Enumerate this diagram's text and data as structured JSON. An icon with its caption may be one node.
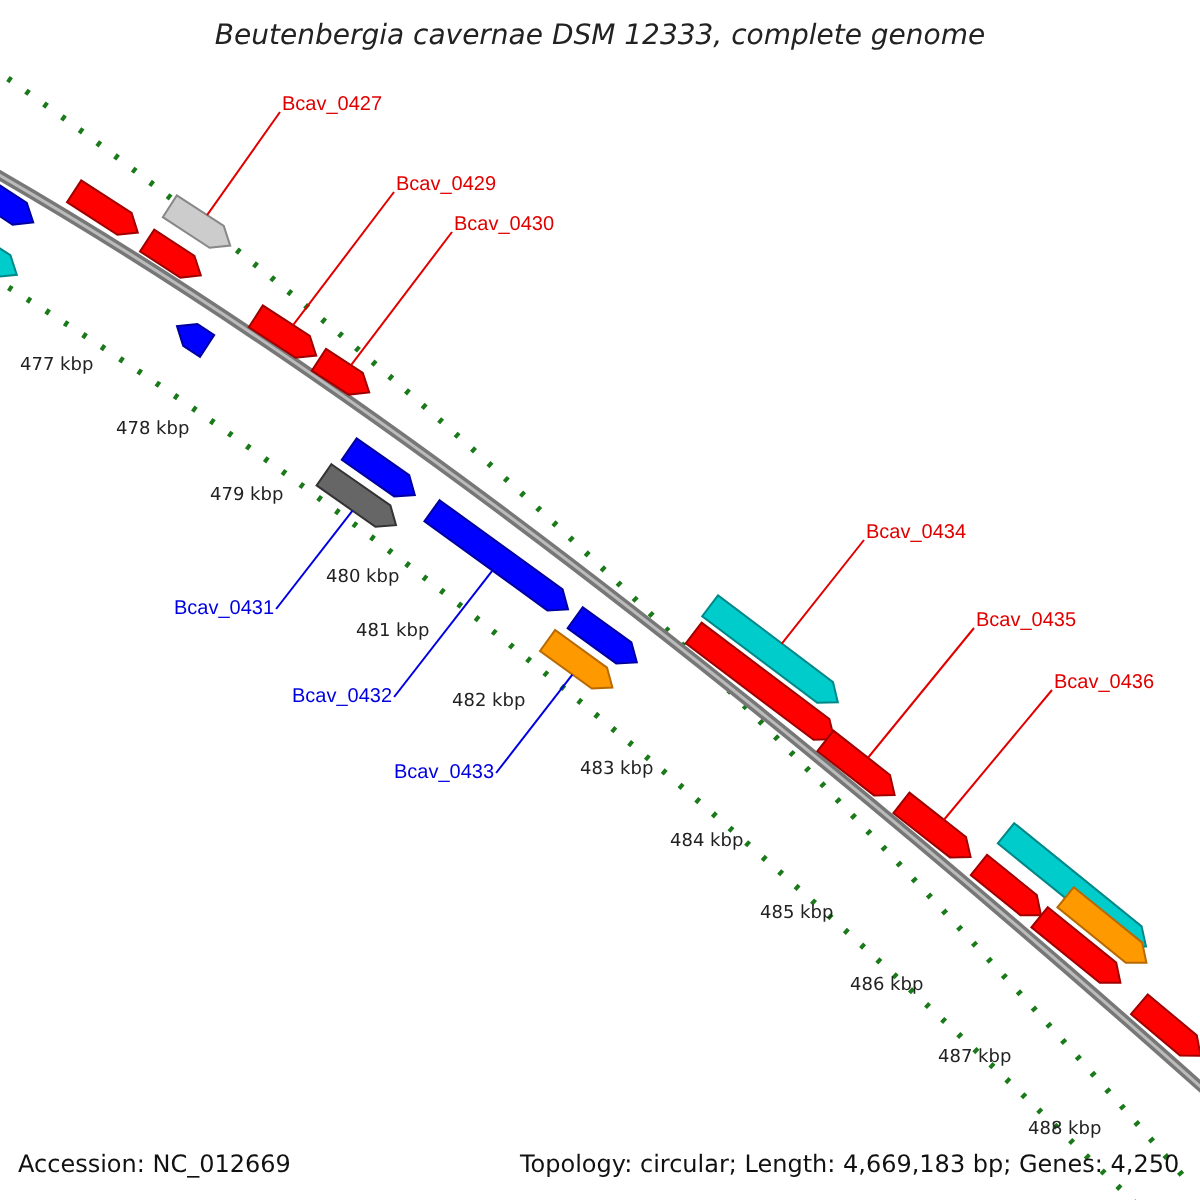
{
  "diagram": {
    "title": "Beutenbergia cavernae DSM 12333, complete genome",
    "nodes": [
      {
        "text": [],
        "shape": "bar"
      },
      {
        "text": [],
        "shape": "bar"
      },
      {
        "text": [],
        "shape": "bar"
      },
      {
        "text": [],
        "shape": "bar"
      },
      {
        "text": [],
        "shape": "bar"
      },
      {
        "text": [],
        "shape": "bar"
      },
      {
        "text": [],
        "shape": "bar"
      },
      {
        "text": [],
        "shape": "bar"
      },
      {
        "text": [],
        "shape": "bar"
      },
      {
        "text": [],
        "shape": "bar"
      },
      {
        "text": [],
        "shape": "bar"
      },
      {
        "text": [],
        "shape": "bar"
      },
      {
        "text": [],
        "shape": "bar"
      },
      {
        "text": [],
        "shape": "bar"
      },
      {
        "text": [],
        "shape": "bar"
      },
      {
        "text": [],
        "shape": "bar"
      },
      {
        "text": [],
        "shape": "bar"
      },
      {
        "text": [],
        "shape": "bar"
      },
      {
        "text": [],
        "shape": "bar"
      },
      {
        "text": [],
        "shape": "bar"
      },
      {
        "text": [],
        "shape": "bar"
      },
      {
        "text": [],
        "shape": "bar"
      },
      {
        "text": [
          "Bcav_0427"
        ]
      },
      {
        "text": [
          "Bcav_0429"
        ]
      },
      {
        "text": [
          "Bcav_0430"
        ]
      },
      {
        "text": [
          "Bcav_0431"
        ]
      },
      {
        "text": [
          "Bcav_0432"
        ]
      },
      {
        "text": [
          "Bcav_0433"
        ]
      },
      {
        "text": [
          "Bcav_0434"
        ]
      },
      {
        "text": [
          "Bcav_0435"
        ]
      },
      {
        "text": [
          "Bcav_0436"
        ]
      }
    ],
    "edges": [
      {
        "from": 22,
        "to": 5,
        "arrow": "none"
      },
      {
        "from": 23,
        "to": 6,
        "arrow": "none"
      },
      {
        "from": 24,
        "to": 7,
        "arrow": "none"
      },
      {
        "from": 25,
        "to": 8,
        "arrow": "none",
        "color": "#0000e0"
      },
      {
        "from": 26,
        "to": 10,
        "arrow": "none",
        "color": "#0000e0"
      },
      {
        "from": 27,
        "to": 11,
        "arrow": "none",
        "color": "#0000e0"
      },
      {
        "from": 28,
        "to": 14,
        "arrow": "none"
      },
      {
        "from": 29,
        "to": 15,
        "arrow": "none"
      },
      {
        "from": 30,
        "to": 16,
        "arrow": "none"
      }
    ],
    "labels": [
      "477 kbp",
      "478 kbp",
      "479 kbp",
      "480 kbp",
      "481 kbp",
      "482 kbp",
      "483 kbp",
      "484 kbp",
      "485 kbp",
      "486 kbp",
      "487 kbp",
      "488 kbp",
      "Accession: NC_012669",
      "Topology: circular; Length: 4,669,183 bp; Genes: 4,250"
    ]
  }
}
